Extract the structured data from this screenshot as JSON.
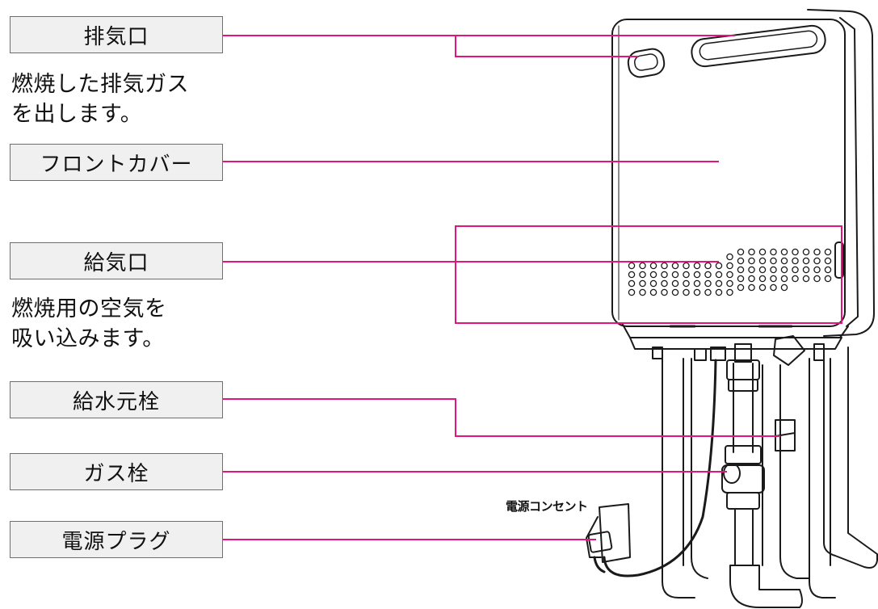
{
  "labels": {
    "exhaust": "排気口",
    "front_cover": "フロントカバー",
    "intake": "給気口",
    "water_valve": "給水元栓",
    "gas_valve": "ガス栓",
    "power_plug": "電源プラグ"
  },
  "descriptions": {
    "exhaust": "燃焼した排気ガス\nを出します。",
    "intake": "燃焼用の空気を\n吸い込みます。"
  },
  "outlet_label": "電源コンセント",
  "colors": {
    "leader_line": "#e0167e",
    "label_bg": "#f0f0f0",
    "label_border": "#6f6f6f",
    "outline": "#1a1a1a"
  }
}
